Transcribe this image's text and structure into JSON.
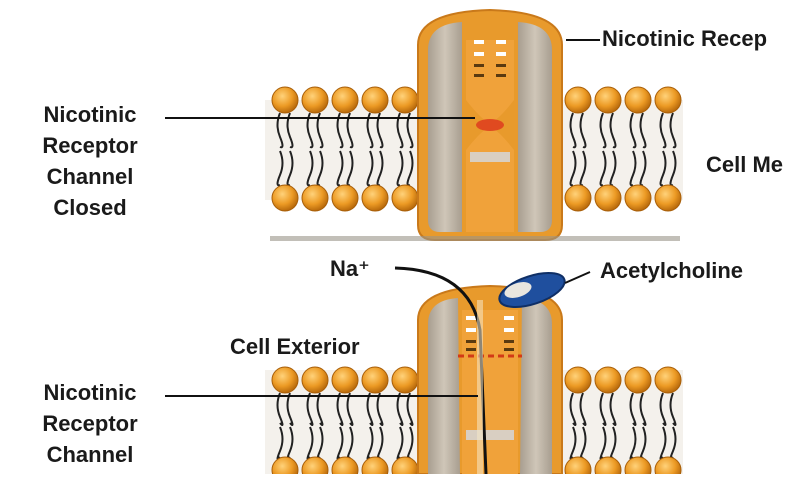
{
  "labels": {
    "nicotinic_receptor_top": "Nicotinic Recep",
    "closed_line1": "Nicotinic",
    "closed_line2": "Receptor",
    "closed_line3": "Channel",
    "closed_line4": "Closed",
    "cell_membrane": "Cell Me",
    "sodium_ion": "Na⁺",
    "acetylcholine": "Acetylcholine",
    "cell_exterior": "Cell Exterior",
    "open_line1": "Nicotinic",
    "open_line2": "Receptor",
    "open_line3": "Channel"
  },
  "colors": {
    "receptor_gray": "#bcb2a4",
    "receptor_orange": "#e89a2c",
    "lipid_head_orange": "#e8961e",
    "lipid_tail": "#222222",
    "acetylcholine_blue": "#1f4f9e",
    "ion_path": "#111111"
  }
}
